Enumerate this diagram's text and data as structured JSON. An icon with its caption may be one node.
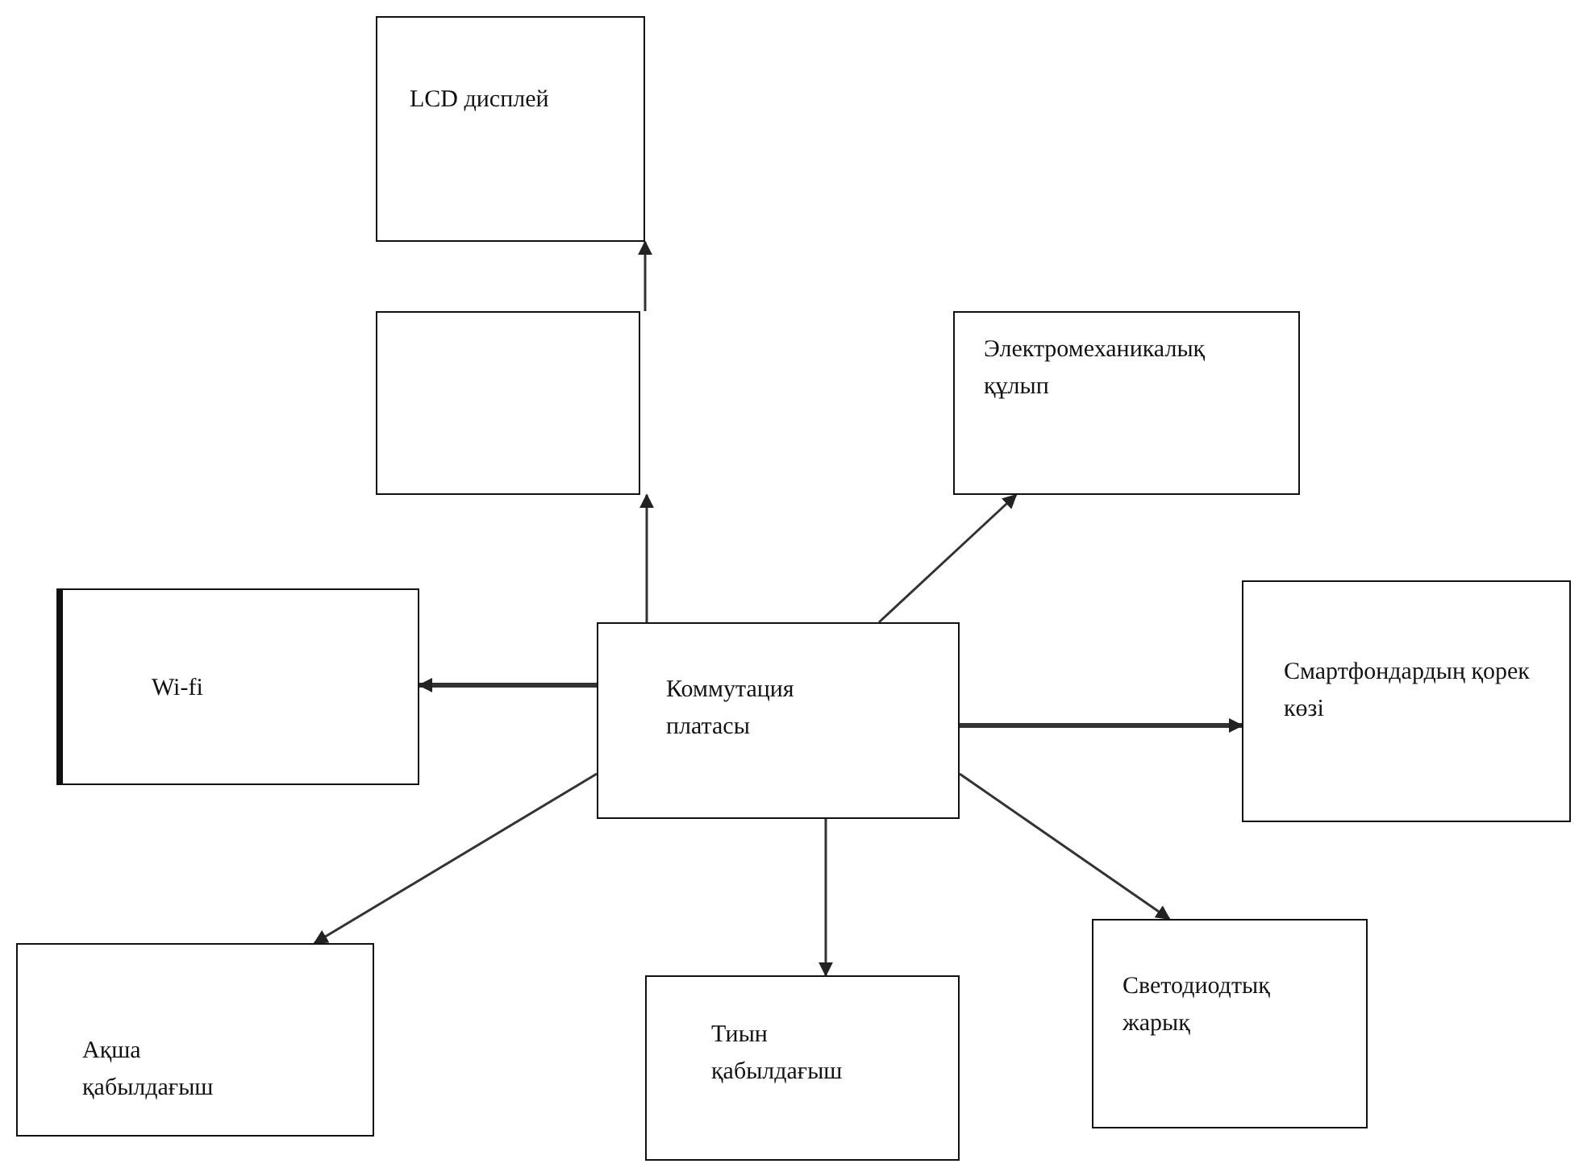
{
  "diagram": {
    "nodes": [
      {
        "text": [
          "LCD дисплей"
        ]
      },
      {
        "text": [],
        "shape": "box"
      },
      {
        "text": [
          "Электромеханикалық құлып"
        ]
      },
      {
        "text": [
          "Wi-fi"
        ]
      },
      {
        "text": [
          "Коммутация платасы"
        ]
      },
      {
        "text": [
          "Смартфондардың қорек көзі"
        ]
      },
      {
        "text": [
          "Ақша қабылдағыш"
        ]
      },
      {
        "text": [
          "Тиын қабылдағыш"
        ]
      },
      {
        "text": [
          "Светодиодтық жарық"
        ]
      }
    ],
    "edges": [
      {
        "from": 4,
        "to": 1,
        "arrow": "to"
      },
      {
        "from": 1,
        "to": 0,
        "arrow": "to"
      },
      {
        "from": 4,
        "to": 2,
        "arrow": "to"
      },
      {
        "from": 4,
        "to": 3,
        "arrow": "to",
        "style": "thick"
      },
      {
        "from": 4,
        "to": 5,
        "arrow": "to",
        "style": "thick"
      },
      {
        "from": 4,
        "to": 6,
        "arrow": "to"
      },
      {
        "from": 4,
        "to": 7,
        "arrow": "to"
      },
      {
        "from": 4,
        "to": 8,
        "arrow": "to"
      }
    ]
  }
}
